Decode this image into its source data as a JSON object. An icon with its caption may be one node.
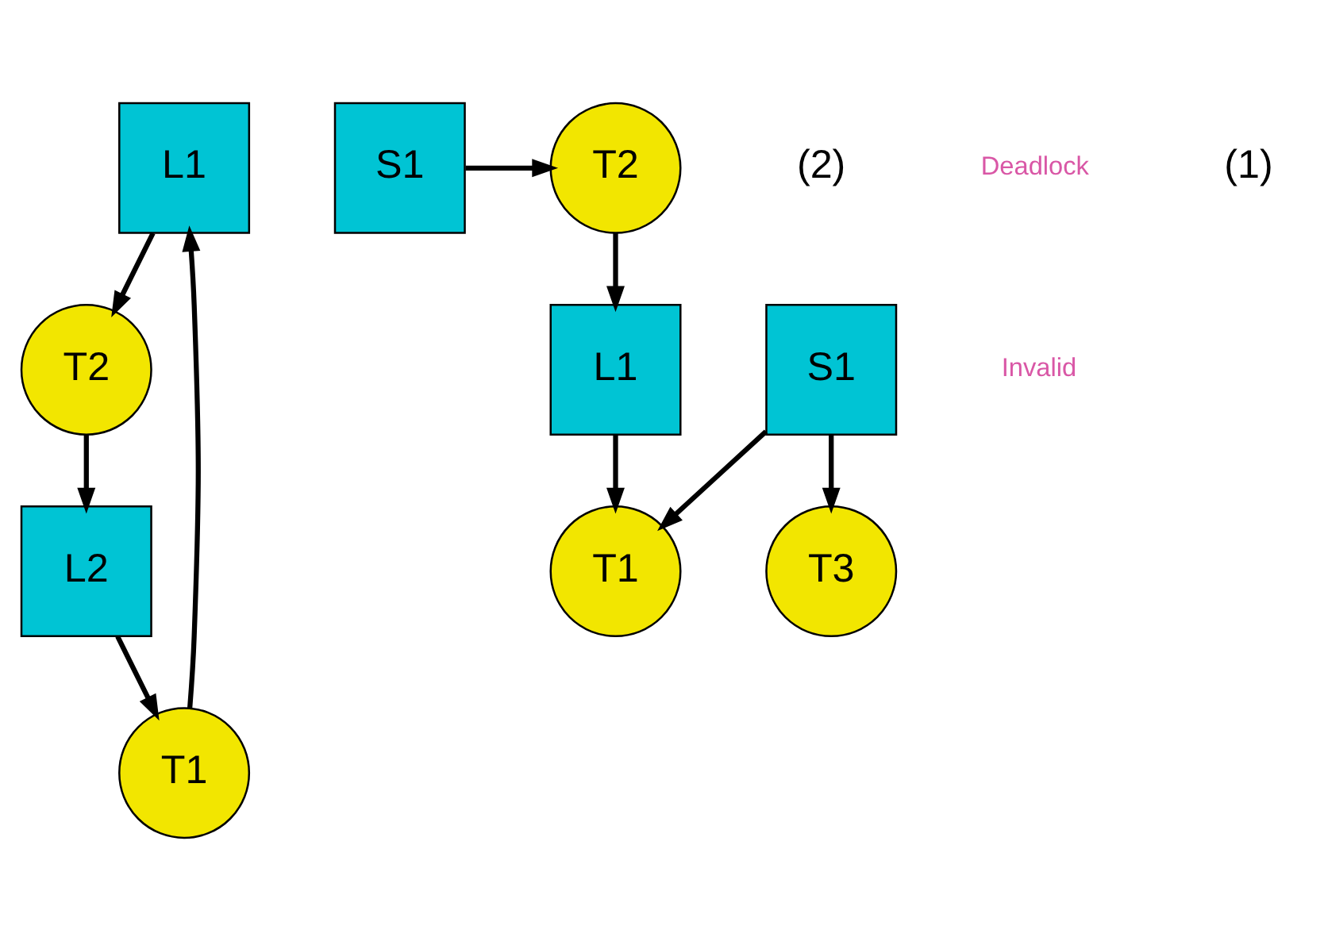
{
  "diagram": {
    "nodes": [
      {
        "text": [
          "L1"
        ]
      },
      {
        "text": [
          "T2"
        ]
      },
      {
        "text": [
          "T1"
        ]
      },
      {
        "text": [
          "L2"
        ]
      },
      {
        "text": [
          "T2"
        ]
      },
      {
        "text": [
          "S1"
        ]
      },
      {
        "text": [
          "S1"
        ]
      },
      {
        "text": [
          "L1"
        ]
      },
      {
        "text": [
          "T1"
        ]
      },
      {
        "text": [
          "T3"
        ]
      }
    ],
    "edges": [
      {
        "from": 0,
        "to": 1,
        "arrow": "to"
      },
      {
        "from": 1,
        "to": 3,
        "arrow": "to"
      },
      {
        "from": 3,
        "to": 2,
        "arrow": "to"
      },
      {
        "from": 2,
        "to": 0,
        "arrow": "to"
      },
      {
        "from": 5,
        "to": 4,
        "arrow": "to"
      },
      {
        "from": 4,
        "to": 7,
        "arrow": "to"
      },
      {
        "from": 7,
        "to": 8,
        "arrow": "to"
      },
      {
        "from": 6,
        "to": 8,
        "arrow": "to"
      },
      {
        "from": 6,
        "to": 9,
        "arrow": "to"
      }
    ],
    "labels": [
      "(2)",
      "Deadlock",
      "(1)",
      "Invalid"
    ]
  }
}
